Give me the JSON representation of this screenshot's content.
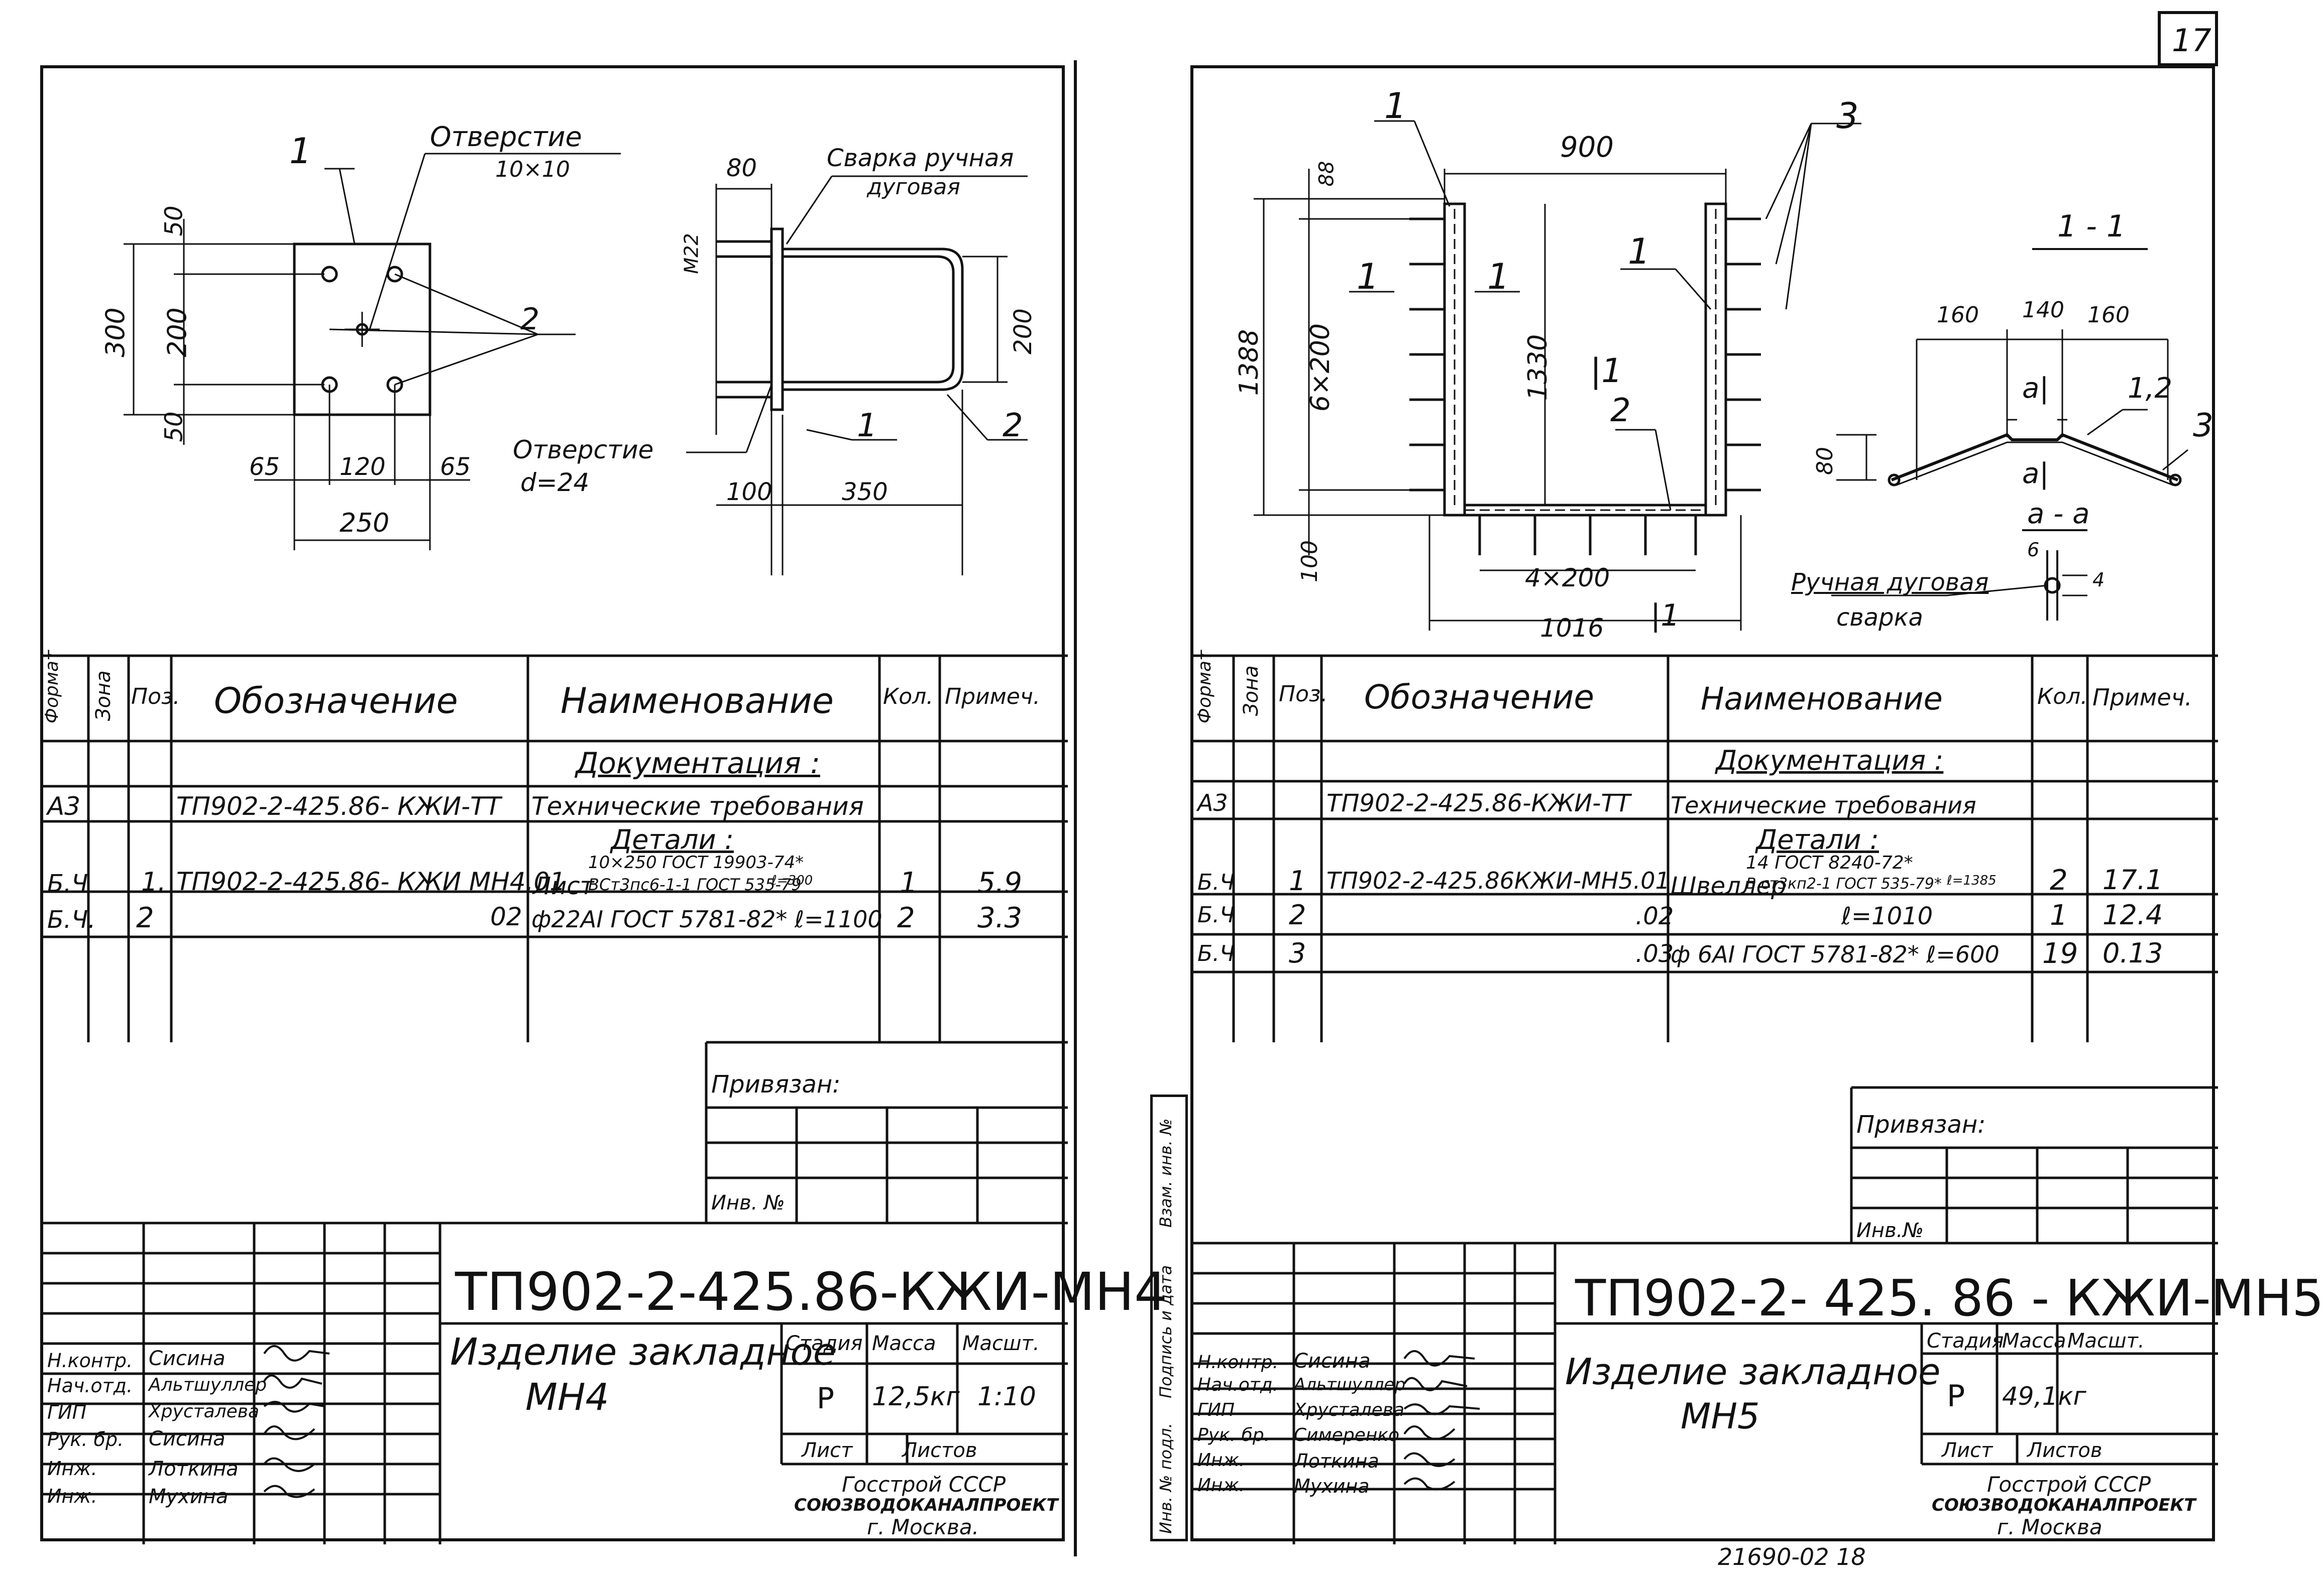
{
  "page_number": "17",
  "bottom_note": "21690-02   18",
  "left": {
    "drawing": {
      "hole_label": "Отверстие",
      "hole_size": "10×10",
      "weld_label_1": "Сварка ручная",
      "weld_label_2": "дуговая",
      "hole2_label": "Отверстие",
      "hole2_size": "d=24",
      "dims": [
        "50",
        "200",
        "50",
        "300",
        "65",
        "120",
        "65",
        "250",
        "80",
        "M22",
        "200",
        "100",
        "350"
      ],
      "pos": [
        "1",
        "2",
        "1",
        "2"
      ]
    },
    "spec_header": {
      "format": "Формат",
      "zone": "Зона",
      "pos": "Поз.",
      "designation": "Обозначение",
      "name": "Наименование",
      "qty": "Кол.",
      "note": "Примеч."
    },
    "spec_sections": {
      "docs": "Документация :",
      "details": "Детали :"
    },
    "rows": [
      {
        "format": "A3",
        "pos": "",
        "designation": "ТП902-2-425.86- КЖИ-ТТ",
        "name": "Технические требования",
        "qty": "",
        "note": ""
      },
      {
        "format": "Б.Ч",
        "pos": "1.",
        "designation": "ТП902-2-425.86- КЖИ МН4.01",
        "name": "Лист",
        "name_sub1": "10×250 ГОСТ 19903-74*",
        "name_sub2": "ВСт3пс6-1-1 ГОСТ 535-79",
        "name_sub3": "ℓ=300",
        "qty": "1",
        "note": "5.9"
      },
      {
        "format": "Б.Ч.",
        "pos": "2",
        "designation": "02",
        "name": "ф22АI ГОСТ 5781-82* ℓ=1100",
        "qty": "2",
        "note": "3.3"
      }
    ],
    "bound": "Привязан:",
    "inv": "Инв. №",
    "code": "ТП902-2-425.86-КЖИ-МН4",
    "title_1": "Изделие закладное",
    "title_2": "МН4",
    "stage_h": "Стадия",
    "mass_h": "Масса",
    "scale_h": "Масшт.",
    "stage": "Р",
    "mass": "12,5кг",
    "scale": "1:10",
    "sheet_h": "Лист",
    "sheets_h": "Листов",
    "org_1": "Госстрой СССР",
    "org_2": "СОЮЗВОДОКАНАЛПРОЕКТ",
    "org_3": "г. Москва.",
    "people": [
      {
        "role": "Н.контр.",
        "name": "Сисина"
      },
      {
        "role": "Нач.отд.",
        "name": "Альтшуллер"
      },
      {
        "role": "ГИП",
        "name": "Хрусталева"
      },
      {
        "role": "Рук. бр.",
        "name": "Сисина"
      },
      {
        "role": "Инж.",
        "name": "Лоткина"
      },
      {
        "role": "Инж.",
        "name": "Мухина"
      }
    ]
  },
  "right": {
    "drawing": {
      "dims": [
        "900",
        "88",
        "1388",
        "6×200",
        "1330",
        "100",
        "4×200",
        "1016"
      ],
      "section": "1 - 1",
      "sec_dims": [
        "160",
        "140",
        "160",
        "80",
        "1,2",
        "а|",
        "а|"
      ],
      "aa": "а - а",
      "weld_1": "Ручная дуговая",
      "weld_2": "сварка",
      "pos": [
        "1",
        "1",
        "1",
        "1",
        "2",
        "3",
        "3",
        "|1",
        "|1",
        "6",
        "4"
      ]
    },
    "spec_header": {
      "format": "Формат",
      "zone": "Зона",
      "pos": "Поз.",
      "designation": "Обозначение",
      "name": "Наименование",
      "qty": "Кол.",
      "note": "Примеч."
    },
    "spec_sections": {
      "docs": "Документация :",
      "details": "Детали :"
    },
    "rows": [
      {
        "format": "A3",
        "pos": "",
        "designation": "ТП902-2-425.86-КЖИ-ТТ",
        "name": "Технические требования",
        "qty": "",
        "note": ""
      },
      {
        "format": "Б.Ч",
        "pos": "1",
        "designation": "ТП902-2-425.86КЖИ-МН5.01",
        "name": "Швеллер",
        "name_sub1": "14 ГОСТ 8240-72*",
        "name_sub2": "В ст3кп2-1 ГОСТ 535-79*",
        "name_sub3": "ℓ=1385",
        "qty": "2",
        "note": "17.1"
      },
      {
        "format": "Б.Ч",
        "pos": "2",
        "designation": ".02",
        "name": "ℓ=1010",
        "qty": "1",
        "note": "12.4"
      },
      {
        "format": "Б.Ч",
        "pos": "3",
        "designation": ".03",
        "name": "ф 6АI ГОСТ 5781-82* ℓ=600",
        "qty": "19",
        "note": "0.13"
      }
    ],
    "bound": "Привязан:",
    "inv": "Инв.№",
    "side_strip": [
      "Инв. № подл.",
      "Подпись и дата",
      "Взам. инв. №"
    ],
    "code": "ТП902-2- 425. 86 - КЖИ-МН5",
    "title_1": "Изделие закладное",
    "title_2": "МН5",
    "stage_h": "Стадия",
    "mass_h": "Масса",
    "scale_h": "Масшт.",
    "stage": "Р",
    "mass": "49,1кг",
    "scale": "",
    "sheet_h": "Лист",
    "sheets_h": "Листов",
    "org_1": "Госстрой СССР",
    "org_2": "СОЮЗВОДОКАНАЛПРОЕКТ",
    "org_3": "г. Москва",
    "people": [
      {
        "role": "Н.контр.",
        "name": "Сисина"
      },
      {
        "role": "Нач.отд.",
        "name": "Альтшуллер"
      },
      {
        "role": "ГИП",
        "name": "Хрусталева"
      },
      {
        "role": "Рук. бр.",
        "name": "Симеренко"
      },
      {
        "role": "Инж.",
        "name": "Лоткина"
      },
      {
        "role": "Инж.",
        "name": "Мухина"
      }
    ]
  }
}
